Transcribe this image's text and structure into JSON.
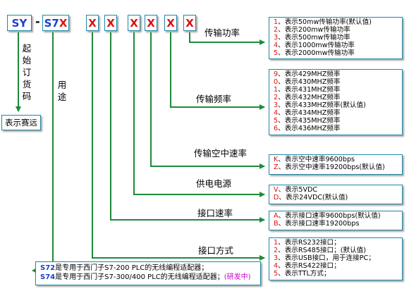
{
  "codes": {
    "sy": "SY",
    "dash": "-",
    "s7_prefix": "S7",
    "s7_suffix": "X",
    "x": [
      "X",
      "X",
      "X",
      "X",
      "X",
      "X"
    ]
  },
  "vertical_labels": {
    "start_code": "起始订货码",
    "usage": "用途"
  },
  "remote_box": "表示赛远",
  "groups": [
    {
      "label": "传输功率",
      "options": [
        {
          "n": "1",
          "t": "、表示50mw传输功率(默认值)"
        },
        {
          "n": "2",
          "t": "、表示200mw传输功率"
        },
        {
          "n": "3",
          "t": "、表示500mw传输功率"
        },
        {
          "n": "4",
          "t": "、表示1000mw传输功率"
        },
        {
          "n": "5",
          "t": "、表示2000mw传输功率"
        }
      ]
    },
    {
      "label": "传输频率",
      "options": [
        {
          "n": "9",
          "t": "、表示429MHZ频率"
        },
        {
          "n": "0",
          "t": "、表示430MHZ频率"
        },
        {
          "n": "1",
          "t": "、表示431MHZ频率"
        },
        {
          "n": "2",
          "t": "、表示432MHZ频率"
        },
        {
          "n": "3",
          "t": "、表示433MHZ频率(默认值)"
        },
        {
          "n": "4",
          "t": "、表示434MHZ频率"
        },
        {
          "n": "5",
          "t": "、表示435MHZ频率"
        },
        {
          "n": "6",
          "t": "、表示436MHZ频率"
        }
      ]
    },
    {
      "label": "传输空中速率",
      "options": [
        {
          "n": "K",
          "t": "、表示空中速率9600bps"
        },
        {
          "n": "Z",
          "t": "、表示空中速率19200bps(默认值)"
        }
      ]
    },
    {
      "label": "供电电源",
      "options": [
        {
          "n": "V",
          "t": "、表示5VDC"
        },
        {
          "n": "D",
          "t": "、表示24VDC(默认值)"
        }
      ]
    },
    {
      "label": "接口速率",
      "options": [
        {
          "n": "A",
          "t": "、表示接口速率9600bps(默认值)"
        },
        {
          "n": "B",
          "t": "、表示接口速率19200bps"
        }
      ]
    },
    {
      "label": "接口方式",
      "options": [
        {
          "n": "1",
          "t": "、表示RS232接口；"
        },
        {
          "n": "2",
          "t": "、表示RS485接口；(默认值)"
        },
        {
          "n": "3",
          "t": "、表示USB接口，用于连接PC；"
        },
        {
          "n": "4",
          "t": "、表示RS422接口；"
        },
        {
          "n": "5",
          "t": "、表示TTL方式；"
        }
      ]
    }
  ],
  "usage_note": {
    "line1_code": "S72",
    "line1_text": "是专用于西门子S7-200 PLC的无线编程适配器；",
    "line2_code": "S74",
    "line2_text": "是专用于西门子S7-300/400 PLC的无线编程适配器；",
    "line2_dev": "(研发中)"
  },
  "colors": {
    "line": "#1e8a3a",
    "box_border": "#1e88a8",
    "accent_red": "#e01010",
    "accent_blue": "#1a3fd0"
  }
}
